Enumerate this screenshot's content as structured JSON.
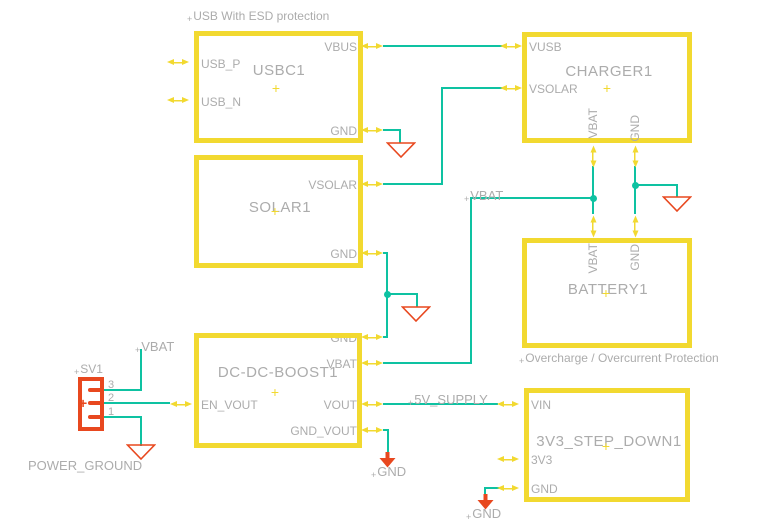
{
  "schematic": {
    "annotations": {
      "usb_esd": "USB With ESD protection",
      "overcharge": "Overcharge / Overcurrent Protection",
      "power_ground": "POWER_GROUND"
    },
    "net_labels": {
      "vbat_sv1": "VBAT",
      "vbat_main": "VBAT",
      "supply_5v": "5V_SUPPLY",
      "gnd_boost": "GND",
      "gnd_stepdown": "GND"
    },
    "glyphs": {
      "origin_cross": "+"
    },
    "components": {
      "usbc1": {
        "designator": "USBC1",
        "pins": {
          "usb_p": "USB_P",
          "usb_n": "USB_N",
          "vbus": "VBUS",
          "gnd": "GND"
        }
      },
      "solar1": {
        "designator": "SOLAR1",
        "pins": {
          "vsolar": "VSOLAR",
          "gnd": "GND"
        }
      },
      "charger1": {
        "designator": "CHARGER1",
        "pins": {
          "vusb": "VUSB",
          "vsolar": "VSOLAR",
          "vbat": "VBAT",
          "gnd": "GND"
        }
      },
      "battery1": {
        "designator": "BATTERY1",
        "pins": {
          "vbat": "VBAT",
          "gnd": "GND"
        }
      },
      "boost1": {
        "designator": "DC-DC-BOOST1",
        "pins": {
          "en_vout": "EN_VOUT",
          "gnd": "GND",
          "vbat": "VBAT",
          "vout": "VOUT",
          "gnd_vout": "GND_VOUT"
        }
      },
      "stepdown1": {
        "designator": "3V3_STEP_DOWN1",
        "pins": {
          "vin": "VIN",
          "v3v3": "3V3",
          "gnd": "GND"
        }
      },
      "sv1": {
        "designator": "SV1",
        "polarity_plus": "+",
        "pin_numbers": {
          "p3": "3",
          "p2": "2",
          "p1": "1"
        }
      }
    },
    "colors": {
      "component_yellow": "#f2d930",
      "wire_teal": "#0ec2a2",
      "connector_red": "#e8481f",
      "label_gray": "#acacac"
    }
  }
}
